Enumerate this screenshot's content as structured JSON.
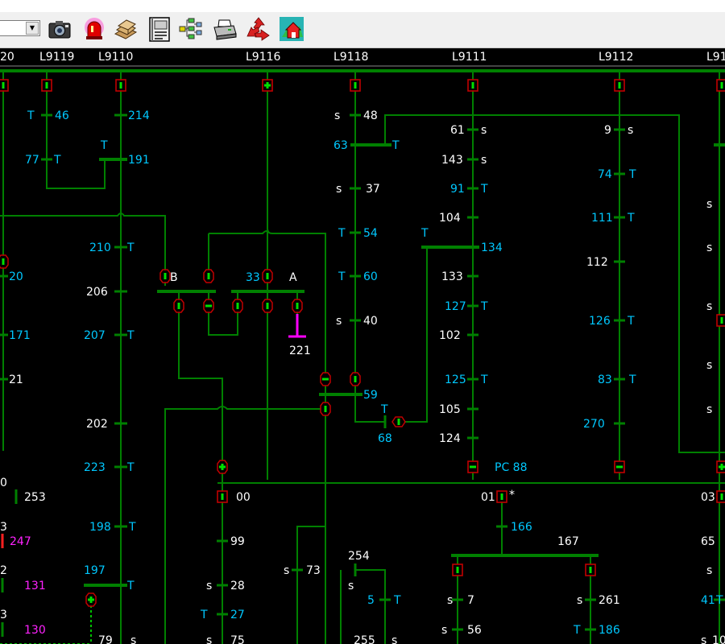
{
  "toolbar": {
    "combo_value": "",
    "buttons": [
      {
        "name": "camera-icon"
      },
      {
        "name": "alarm-siren-icon"
      },
      {
        "name": "books-icon"
      },
      {
        "name": "notepad-icon"
      },
      {
        "name": "hierarchy-tree-icon"
      },
      {
        "name": "printer-icon"
      },
      {
        "name": "recycle-icon"
      },
      {
        "name": "map-house-icon"
      }
    ]
  },
  "colors": {
    "background": "#000000",
    "line": "#008000",
    "white_text": "#ffffff",
    "cyan_text": "#00c8ff",
    "magenta_text": "#ff22ff",
    "breaker_border": "#c00000",
    "magenta_ground": "#ff00ff"
  },
  "headers": {
    "h20": "20",
    "h9119": "L9119",
    "h9110": "L9110",
    "h9116": "L9116",
    "h9118": "L9118",
    "h9111": "L9111",
    "h9112": "L9112",
    "h91": "L91"
  },
  "feeders": {
    "l9119": {
      "t46": "T",
      "v46": "46",
      "v77": "77",
      "t77": "T"
    },
    "l9110": {
      "v214": "214",
      "t191": "T",
      "v191": "191",
      "v210": "210",
      "t210": "T",
      "v206": "206",
      "v207": "207",
      "t207": "T",
      "v202": "202",
      "v223": "223",
      "t223": "T",
      "v198": "198",
      "t198": "T",
      "v197": "197",
      "t197": "T",
      "v79": "79",
      "s79": "s"
    },
    "l9116": {
      "b_label": "B",
      "v33": "33",
      "a_label": "A",
      "v221": "221"
    },
    "l9118": {
      "s48": "s",
      "v48": "48",
      "v63": "63",
      "t63": "T",
      "s37": "s",
      "v37": "37",
      "t54": "T",
      "v54": "54",
      "t60": "T",
      "v60": "60",
      "s40": "s",
      "v40": "40",
      "v59": "59",
      "t68": "T",
      "v68": "68"
    },
    "l9111": {
      "v61": "61",
      "s61": "s",
      "v143": "143",
      "s143": "s",
      "v91": "91",
      "t91": "T",
      "v104": "104",
      "t134": "T",
      "v134": "134",
      "v133": "133",
      "v127": "127",
      "t127": "T",
      "v102": "102",
      "v125": "125",
      "t125": "T",
      "v105": "105",
      "v124": "124",
      "pc88": "PC 88"
    },
    "l9112": {
      "v9": "9",
      "s9": "s",
      "v74": "74",
      "t74": "T",
      "v111": "111",
      "t111": "T",
      "v112": "112",
      "v126": "126",
      "t126": "T",
      "v83": "83",
      "t83": "T",
      "v270": "270"
    },
    "right_edge": {
      "s1": "s",
      "s2": "s",
      "s3": "s",
      "s4": "s",
      "s5": "s"
    },
    "left_edge": {
      "v20": "20",
      "v171": "171",
      "v21": "21",
      "v0": "0",
      "v253": "253",
      "v3a": "3",
      "v247": "247",
      "v2": "2",
      "v131": "131",
      "v3b": "3",
      "v130": "130"
    },
    "lower": {
      "v00": "00",
      "v99": "99",
      "s28": "s",
      "v28": "28",
      "t27": "T",
      "v27": "27",
      "s75": "s",
      "v75": "75",
      "s73": "s",
      "v73": "73",
      "v254": "254",
      "s254": "s",
      "v5": "5",
      "t5": "T",
      "v255": "255",
      "s255": "s",
      "v01": "01",
      "star": "*",
      "v166": "166",
      "v167": "167",
      "s7": "s",
      "v7": "7",
      "s56": "s",
      "v56": "56",
      "s261": "s",
      "v261": "261",
      "t186": "T",
      "v186": "186",
      "v03": "03",
      "v65": "65",
      "s65": "s",
      "v41": "41",
      "t41": "T",
      "s10": "s",
      "v10": "10"
    }
  }
}
